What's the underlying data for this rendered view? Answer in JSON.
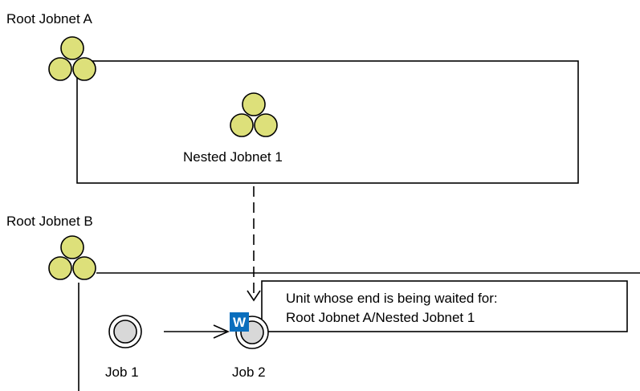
{
  "labels": {
    "root_a": "Root Jobnet A",
    "root_b": "Root Jobnet B",
    "nested": "Nested Jobnet 1",
    "job1": "Job 1",
    "job2": "Job 2"
  },
  "callout": {
    "line1": "Unit whose end is being waited for:",
    "line2": "Root Jobnet A/Nested Jobnet 1"
  },
  "wait_badge": {
    "letter": "W",
    "color": "#0a6ebd"
  },
  "colors": {
    "jobnet_icon_fill": "#dde07a",
    "job_icon_fill": "#d8d8d8",
    "line": "#000000"
  },
  "icons": {
    "jobnet": "jobnet-icon",
    "job": "job-icon",
    "wait": "wait-badge-icon"
  }
}
